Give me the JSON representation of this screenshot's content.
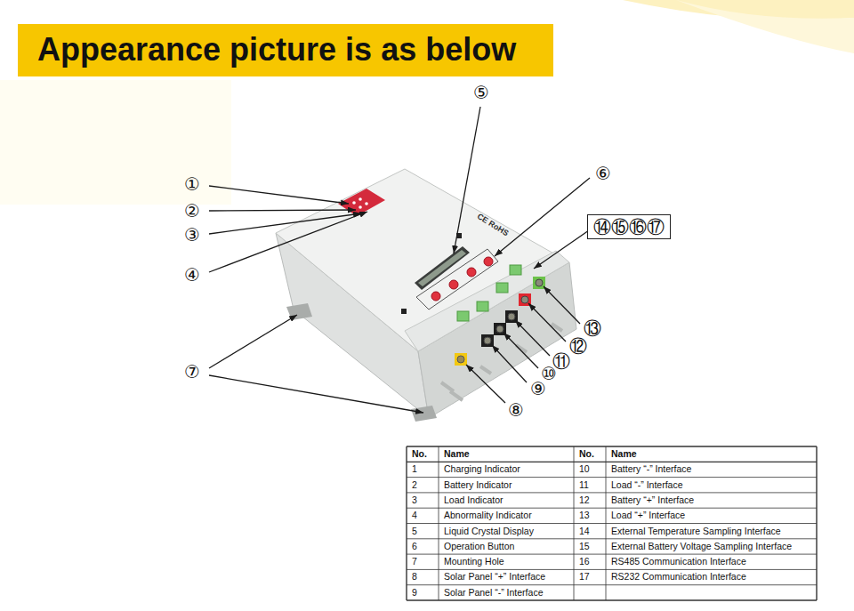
{
  "diagram": {
    "title": "Appearance picture is as below",
    "nodes": [
      {
        "text": [
          "⑭⑮⑯⑰"
        ]
      }
    ],
    "labels": [
      "①",
      "②",
      "③",
      "④",
      "⑤",
      "⑥",
      "⑦",
      "⑧",
      "⑨",
      "⑩",
      "⑪",
      "⑫",
      "⑬",
      "CE RoHS",
      "No.",
      "Name",
      "No.",
      "Name",
      "1",
      "Charging Indicator",
      "10",
      "Battery “-” Interface",
      "2",
      "Battery Indicator",
      "11",
      "Load “-” Interface",
      "3",
      "Load Indicator",
      "12",
      "Battery “+” Interface",
      "4",
      "Abnormality Indicator",
      "13",
      "Load “+” Interface",
      "5",
      "Liquid Crystal Display",
      "14",
      "External Temperature Sampling Interface",
      "6",
      "Operation Button",
      "15",
      "External Battery Voltage Sampling Interface",
      "7",
      "Mounting Hole",
      "16",
      "RS485 Communication Interface",
      "8",
      "Solar Panel “+” Interface",
      "17",
      "RS232 Communication Interface",
      "9",
      "Solar Panel “-” Interface"
    ]
  }
}
